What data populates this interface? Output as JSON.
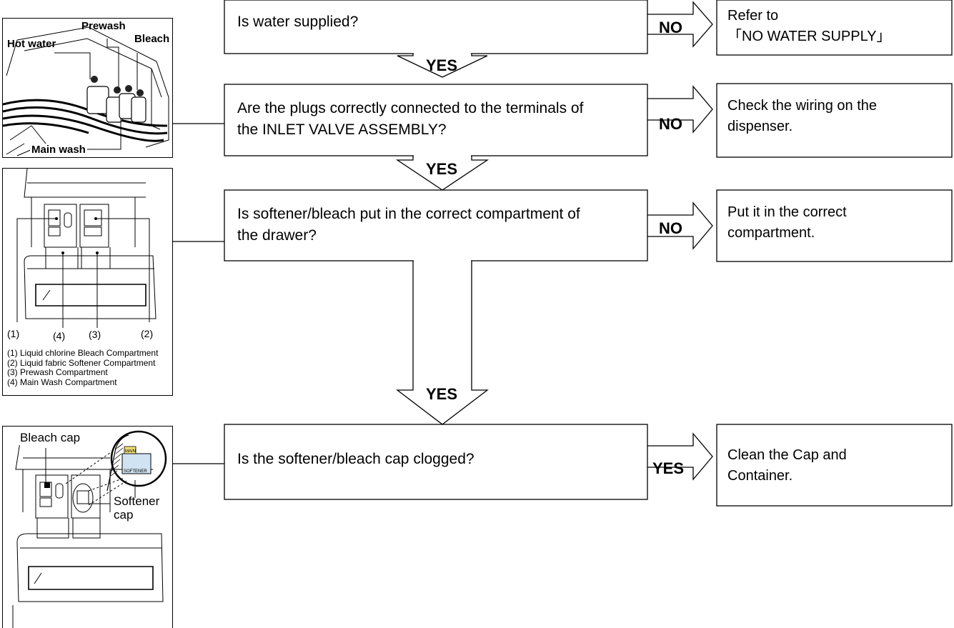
{
  "steps": [
    {
      "question": "Is water supplied?",
      "branch": "NO",
      "result_lines": [
        "Refer to",
        "「NO WATER SUPPLY」"
      ],
      "next": "YES"
    },
    {
      "question_lines": [
        "Are the plugs correctly connected to the terminals of",
        "the INLET VALVE ASSEMBLY?"
      ],
      "branch": "NO",
      "result_lines": [
        "Check the wiring on the",
        "dispenser."
      ],
      "next": "YES"
    },
    {
      "question_lines": [
        "Is softener/bleach put in the correct compartment of",
        "the drawer?"
      ],
      "branch": "NO",
      "result_lines": [
        "Put it in the correct",
        "compartment."
      ],
      "next": "YES"
    },
    {
      "question": "Is the softener/bleach cap clogged?",
      "branch": "YES",
      "result_lines": [
        "Clean the Cap and",
        "Container."
      ]
    }
  ],
  "figure1": {
    "labels": {
      "prewash": "Prewash",
      "hot_water": "Hot water",
      "bleach": "Bleach",
      "main_wash": "Main wash"
    }
  },
  "figure2": {
    "markers": [
      "(1)",
      "(4)",
      "(3)",
      "(2)"
    ],
    "legend": [
      "(1) Liquid chlorine Bleach Compartment",
      "(2) Liquid fabric Softener Compartment",
      "(3) Prewash Compartment",
      "(4) Main Wash Compartment"
    ]
  },
  "figure3": {
    "labels": {
      "bleach_cap": "Bleach cap",
      "softener_cap": "Softener cap",
      "softener_cap_line1": "Softener",
      "softener_cap_line2": "cap",
      "main": "MAIN",
      "softener": "SOFTENER"
    }
  },
  "colors": {
    "stroke": "#000000",
    "background": "#ffffff",
    "cap_highlight": "#f2e27a",
    "softener_label_bg": "#cfe3f2"
  }
}
